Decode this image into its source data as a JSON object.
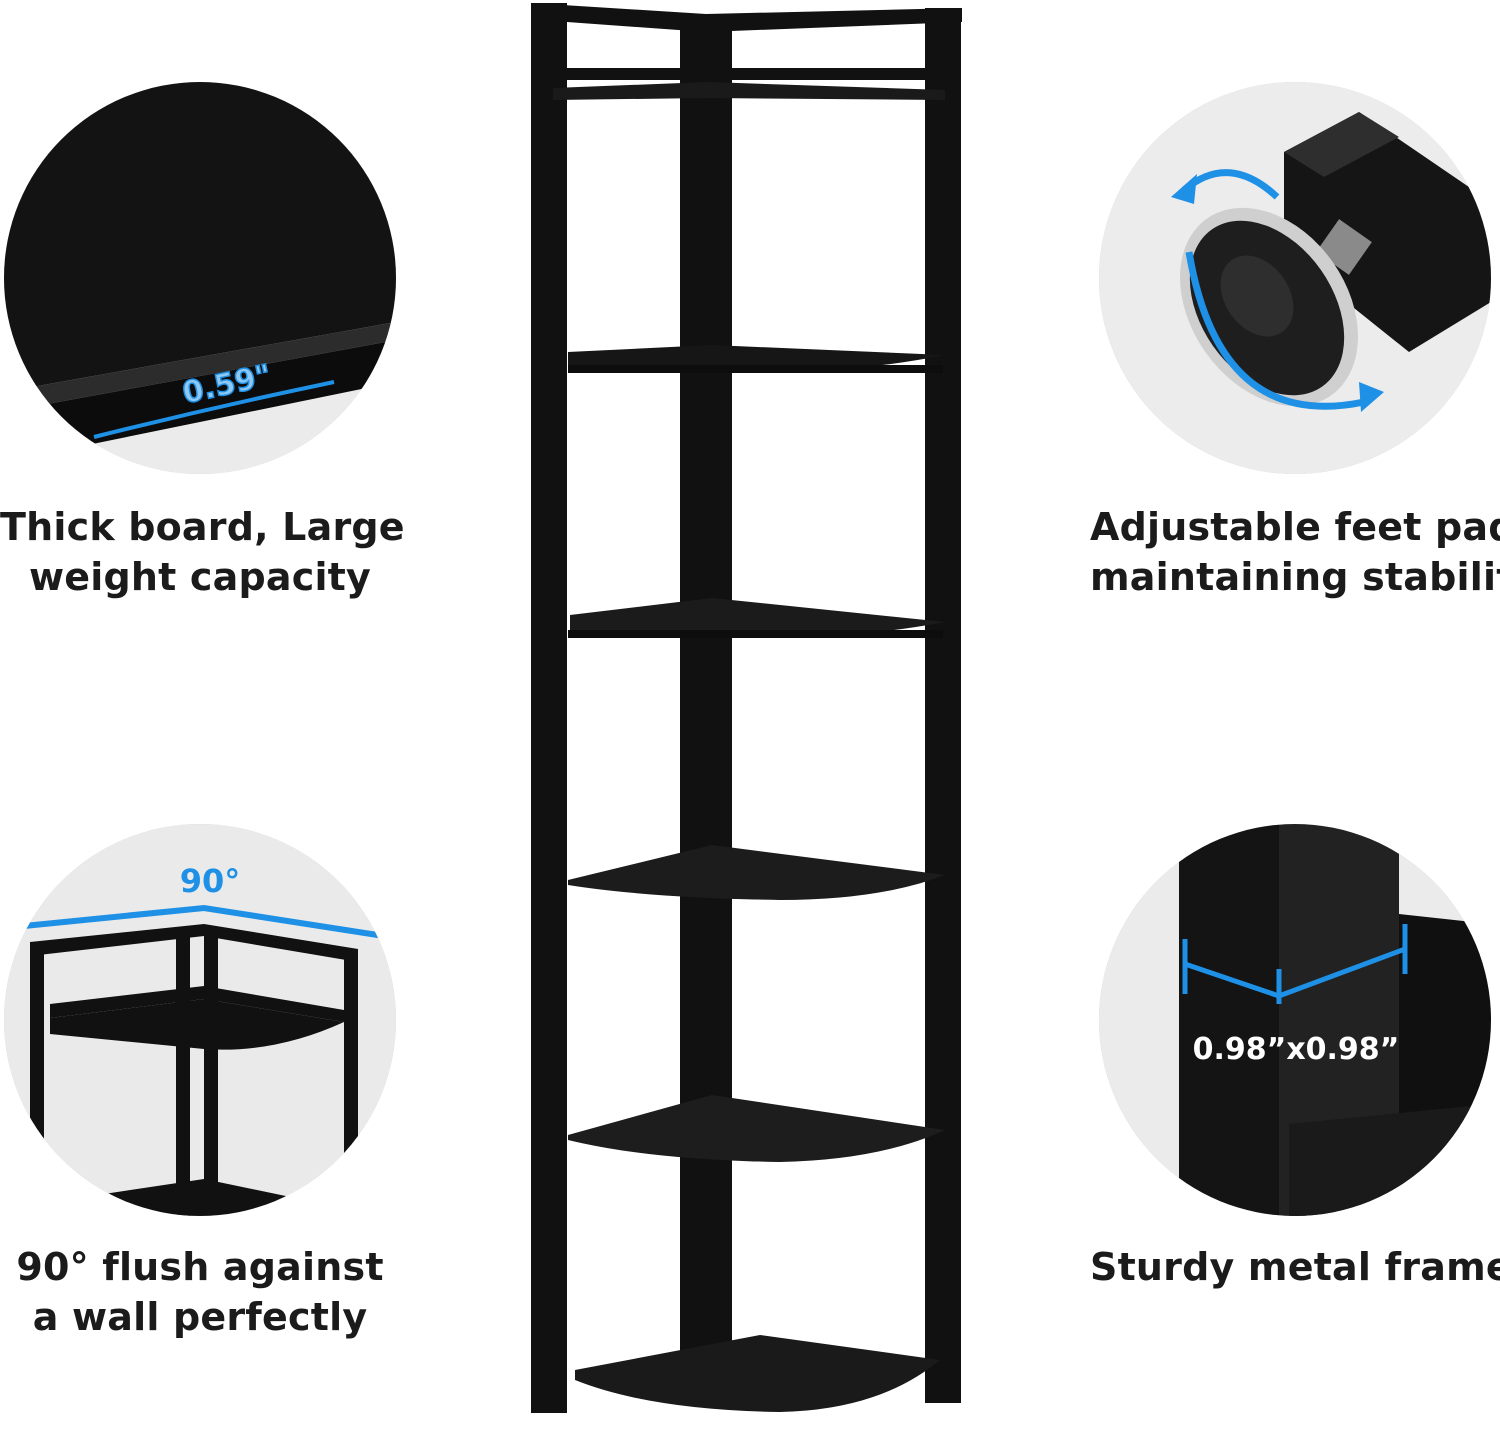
{
  "features": {
    "thick_board": {
      "measurement": "0.59\"",
      "caption_line1": "Thick board, Large",
      "caption_line2": "weight capacity",
      "icon": "board-thickness-icon"
    },
    "feet_pad": {
      "caption_line1": "Adjustable feet pad",
      "caption_line2": "maintaining stability",
      "icon": "adjustable-foot-icon"
    },
    "flush_wall": {
      "measurement": "90°",
      "caption_line1": "90° flush against",
      "caption_line2": "a wall perfectly",
      "icon": "corner-angle-icon"
    },
    "metal_frame": {
      "measurement": "0.98”x0.98”",
      "caption_line1": "Sturdy metal frame",
      "icon": "frame-tube-icon"
    }
  },
  "product": {
    "name_icon": "corner-shelf-image",
    "shelf_count": 6
  },
  "colors": {
    "accent": "#1e90e6",
    "frame": "#111111",
    "circle_border": "#c9c9c9",
    "background": "#ffffff"
  }
}
